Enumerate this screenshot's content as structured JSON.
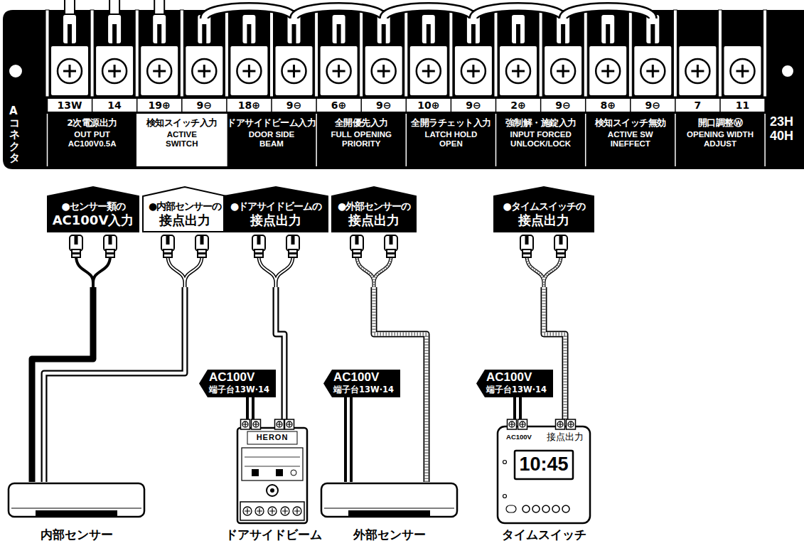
{
  "diagram": {
    "nodes": [
      {
        "text": [
          "Aコネクタ",
          "23H 40H"
        ]
      },
      {
        "text": [
          "2次電源出力",
          "OUT PUT AC100V0.5A"
        ],
        "in": 0
      },
      {
        "text": [
          "検知スイッチ入力",
          "ACTIVE SWITCH"
        ],
        "in": 0
      },
      {
        "text": [
          "ドアサイドビーム入力",
          "DOOR SIDE BEAM"
        ],
        "in": 0
      },
      {
        "text": [
          "全開優先入力",
          "FULL OPENING PRIORITY"
        ],
        "in": 0
      },
      {
        "text": [
          "全開ラチェット入力",
          "LATCH HOLD OPEN"
        ],
        "in": 0
      },
      {
        "text": [
          "強制解・施錠入力",
          "INPUT FORCED UNLOCK/LOCK"
        ],
        "in": 0
      },
      {
        "text": [
          "検知スイッチ無効",
          "ACTIVE SW INEFFECT"
        ],
        "in": 0
      },
      {
        "text": [
          "開口調整Ⓦ",
          "OPENING WIDTH ADJUST"
        ],
        "in": 0
      },
      {
        "text": [
          "●センサー類の AC100V入力"
        ]
      },
      {
        "text": [
          "●内部センサーの 接点出力"
        ]
      },
      {
        "text": [
          "●ドアサイドビームの 接点出力"
        ]
      },
      {
        "text": [
          "●外部センサーの 接点出力"
        ]
      },
      {
        "text": [
          "●タイムスイッチの 接点出力"
        ]
      },
      {
        "text": [
          "AC100V",
          "端子台13W·14"
        ]
      },
      {
        "text": [
          "AC100V",
          "端子台13W·14"
        ]
      },
      {
        "text": [
          "AC100V",
          "端子台13W·14"
        ]
      },
      {
        "text": [
          "内部センサー"
        ]
      },
      {
        "text": [
          "HERON",
          "ドアサイドビーム"
        ]
      },
      {
        "text": [
          "外部センサー"
        ]
      },
      {
        "text": [
          "AC100V",
          "接点出力",
          "10:45",
          "タイムスイッチ"
        ]
      }
    ],
    "edges": [
      {
        "from": 17,
        "to": 9,
        "arrow": "none"
      },
      {
        "from": 17,
        "to": 10,
        "arrow": "none"
      },
      {
        "from": 18,
        "to": 11,
        "arrow": "none"
      },
      {
        "from": 18,
        "to": 14,
        "arrow": "none"
      },
      {
        "from": 19,
        "to": 12,
        "arrow": "none"
      },
      {
        "from": 19,
        "to": 15,
        "arrow": "none"
      },
      {
        "from": 20,
        "to": 13,
        "arrow": "none"
      },
      {
        "from": 20,
        "to": 16,
        "arrow": "none"
      }
    ],
    "labels": [
      "13W",
      "14",
      "19⊕",
      "9⊖",
      "18⊕",
      "9⊖",
      "6⊕",
      "9⊖",
      "10⊕",
      "9⊖",
      "2⊕",
      "9⊖",
      "8⊕",
      "9⊖",
      "7",
      "11"
    ]
  }
}
